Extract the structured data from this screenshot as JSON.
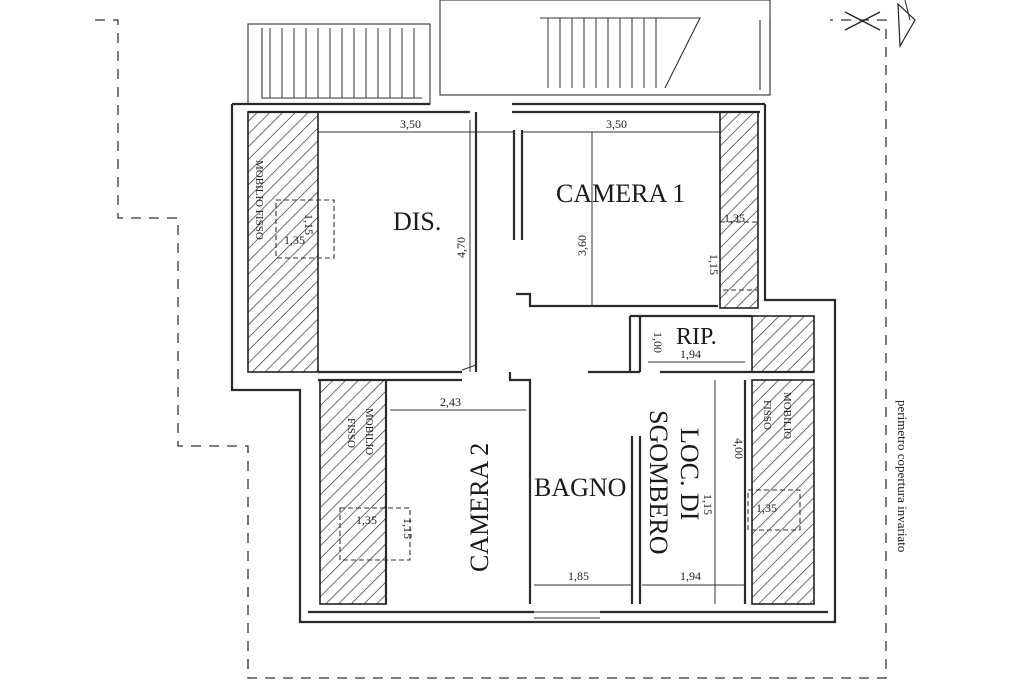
{
  "rooms": {
    "dis": "DIS.",
    "camera1": "CAMERA 1",
    "camera2": "CAMERA 2",
    "bagno": "BAGNO",
    "rip": "RIP.",
    "loc_line1": "LOC. DI",
    "loc_line2": "SGOMBERO"
  },
  "furniture": {
    "left_top": "MOBILIO FISSO",
    "left_bottom_a": "MOBILIO",
    "left_bottom_b": "FISSO",
    "right_bottom_a": "MOBILIO",
    "right_bottom_b": "FISSO"
  },
  "dimensions": {
    "dis_width": "3,50",
    "camera1_width": "3,50",
    "corridor_length": "4,70",
    "camera1_depth": "3,60",
    "rip_width": "1,94",
    "rip_depth": "1,00",
    "camera2_width": "2,43",
    "bagno_width": "1,85",
    "loc_width": "1,94",
    "loc_depth": "4,00",
    "cabinet_w": "1,35",
    "cabinet_d": "1,15"
  },
  "notes": {
    "perimeter": "perimetro copertura invariato"
  }
}
